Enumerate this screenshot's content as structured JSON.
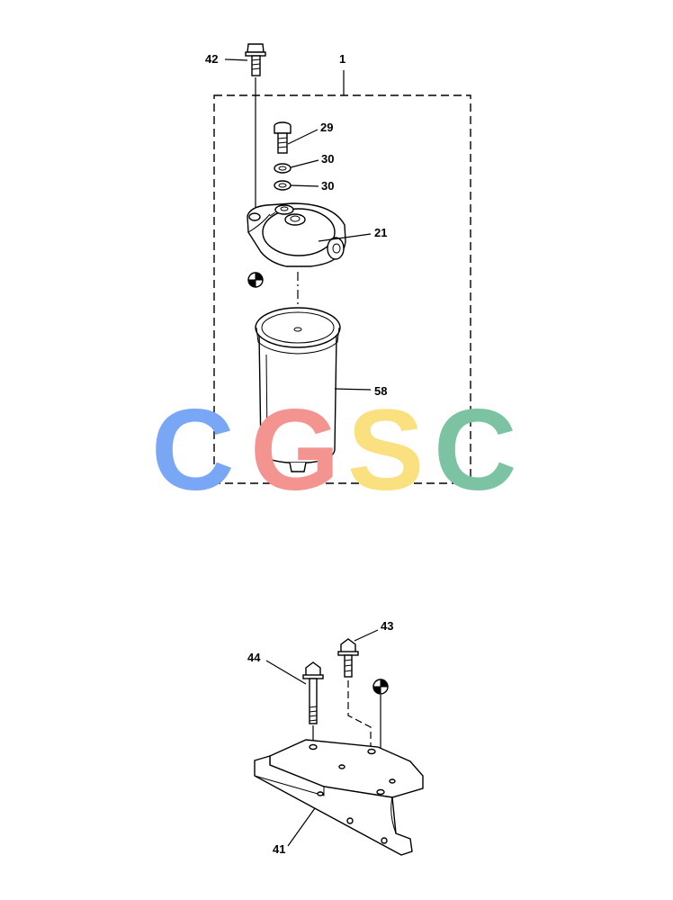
{
  "watermark": {
    "letters": [
      {
        "char": "C",
        "color": "#7aa7f5"
      },
      {
        "char": "G",
        "color": "#f49490"
      },
      {
        "char": "S",
        "color": "#fbe07f"
      },
      {
        "char": "C",
        "color": "#7cc3a3"
      }
    ]
  },
  "callouts": {
    "assembly": "1",
    "bolt_top": "42",
    "bolt_head": "29",
    "washer_upper": "30",
    "washer_lower": "30",
    "filter_head": "21",
    "filter_bowl": "58",
    "bolt_right": "43",
    "bolt_left": "44",
    "bracket": "41"
  }
}
